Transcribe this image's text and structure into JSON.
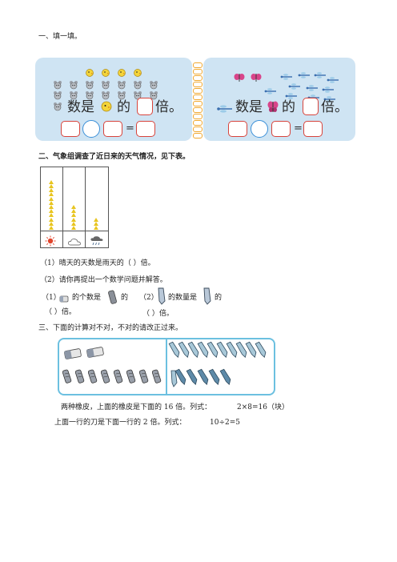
{
  "section1": {
    "title": "一、填一填。",
    "left_text_a": "数是",
    "left_text_b": "的",
    "left_text_c": "倍。",
    "right_text_a": "数是",
    "right_text_b": "的",
    "right_text_c": "倍。",
    "equals": "="
  },
  "section2": {
    "title": "二、气象组调查了近日来的天气情况，见下表。",
    "q1": "（1）晴天的天数是雨天的（ ）倍。",
    "q2": "（2）请你再提出一个数学问题并解答。",
    "sub1_a": "（1）",
    "sub1_b": "的个数是",
    "sub1_c": "的",
    "sub1_d": "（      ）倍。",
    "sub2_a": "（2）",
    "sub2_b": "的数量是",
    "sub2_c": "的",
    "sub2_d": "（      ）倍。",
    "chart_data": {
      "type": "bar",
      "categories": [
        "sunny-icon",
        "cloudy-icon",
        "rain-icon"
      ],
      "values": [
        12,
        6,
        3
      ]
    }
  },
  "section3": {
    "title": "三、下面的计算对不对，不对的请改正过来。",
    "line1_text": "两种橡皮，上面的橡皮是下面的 16 倍。列式：",
    "line1_formula": "2×8=16（块）",
    "line2_text": "上面一行的刀是下面一行的 2 倍。列式：",
    "line2_formula": "10÷2=5"
  }
}
